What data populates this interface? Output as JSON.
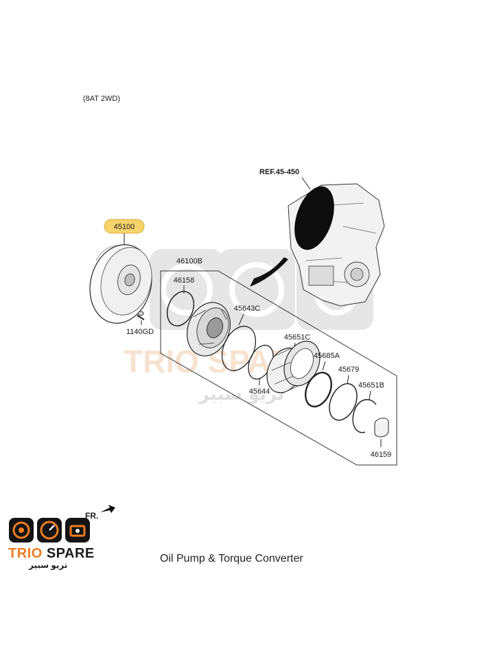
{
  "diagram": {
    "variant": "(8AT 2WD)",
    "reference": "REF.45-450",
    "direction_marker": "FR.",
    "caption": "Oil Pump & Torque Converter",
    "highlighted_part": "45100",
    "parts": {
      "torque_converter": "45100",
      "pump_assembly_group": "46100B",
      "o_ring_small": "46158",
      "bolt": "1140GD",
      "o_ring_a": "45643C",
      "o_ring_b": "45644",
      "housing": "45651C",
      "seal_ring_a": "45685A",
      "seal_ring_b": "45679",
      "snap_ring": "45651B",
      "bushing": "46159"
    }
  },
  "watermark": {
    "brand": "TRIO SPARE",
    "brand_arabic": "تريو سبير"
  },
  "logo": {
    "word_1": "TRIO",
    "word_2": "SPARE",
    "arabic": "تريو سبير",
    "colors": {
      "accent": "#ef7d22",
      "dark": "#141414"
    }
  },
  "colors": {
    "highlight": "#f6d36b",
    "line": "#2a2a2a"
  }
}
